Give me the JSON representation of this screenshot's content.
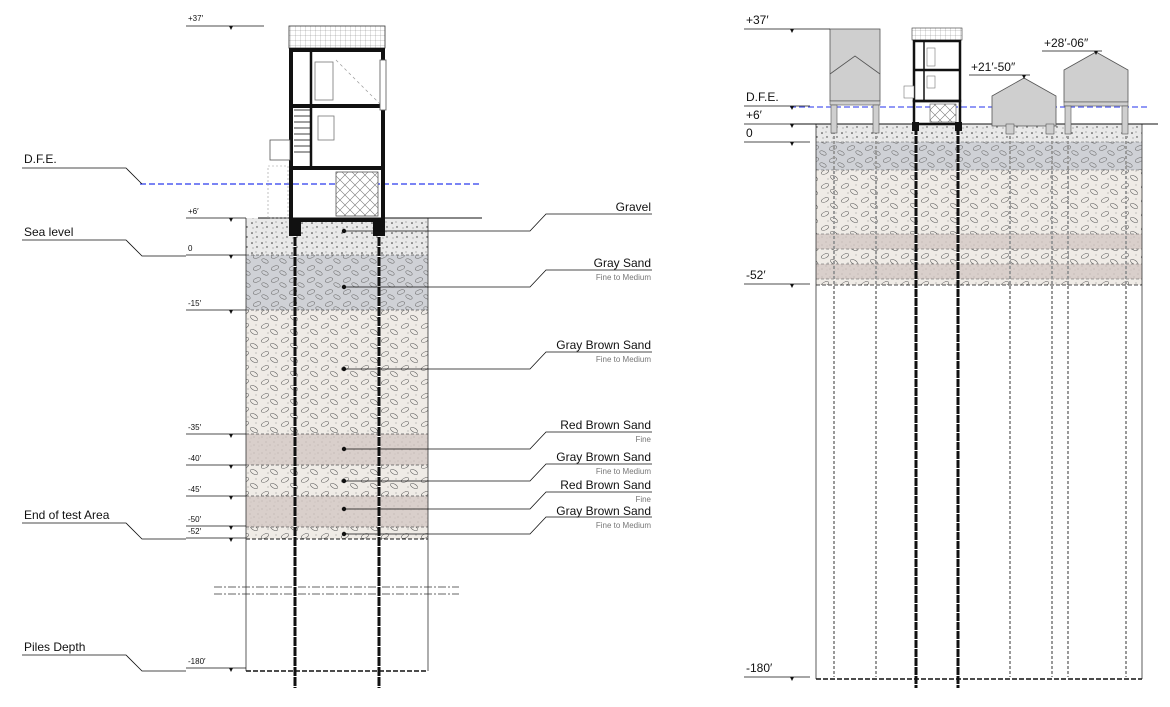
{
  "colors": {
    "gravel": "#e9e9e9",
    "gray_sand": "#cfd1d6",
    "gray_brown_sand": "#efebe6",
    "red_brown_sand": "#d9cfcb",
    "dfe_line": "#4f5bf0",
    "ink": "#111111",
    "sub_text": "#777777",
    "house_gray": "#cfcfcf"
  },
  "left_section": {
    "small_elevation_labels": {
      "top": "+37′",
      "plus6": "+6′",
      "zero": "0",
      "m15": "-15′",
      "m35": "-35′",
      "m40": "-40′",
      "m45": "-45′",
      "m50": "-50′",
      "m52": "-52′",
      "m180": "-180′"
    },
    "level_labels": {
      "dfe": "D.F.E.",
      "sea_level": "Sea level",
      "end_of_test": "End of test Area",
      "piles_depth": "Piles Depth"
    },
    "layers": [
      {
        "name": "Gravel",
        "sub": ""
      },
      {
        "name": "Gray Sand",
        "sub": "Fine to Medium"
      },
      {
        "name": "Gray Brown Sand",
        "sub": "Fine to Medium"
      },
      {
        "name": "Red Brown Sand",
        "sub": "Fine"
      },
      {
        "name": "Gray Brown Sand",
        "sub": "Fine to Medium"
      },
      {
        "name": "Red Brown Sand",
        "sub": "Fine"
      },
      {
        "name": "Gray Brown Sand",
        "sub": "Fine to Medium"
      }
    ]
  },
  "right_section": {
    "elevation_labels": {
      "top": "+37′",
      "dfe": "D.F.E.",
      "plus6": "+6′",
      "zero": "0",
      "m52": "-52′",
      "m180": "-180′"
    },
    "neighbor_heights": {
      "left": "+21′-50″",
      "right": "+28′-06″"
    }
  }
}
